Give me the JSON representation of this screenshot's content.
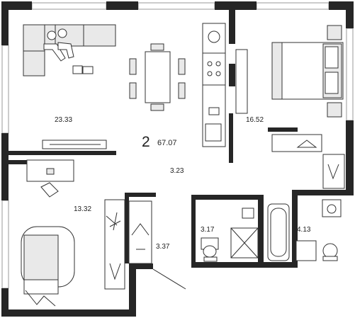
{
  "apartment": {
    "rooms_count": "2",
    "total_area": "67.07"
  },
  "rooms": {
    "living_kitchen": {
      "area": "23.33"
    },
    "bedroom_main": {
      "area": "16.52"
    },
    "hallway": {
      "area": "3.23"
    },
    "bedroom_second": {
      "area": "13.32"
    },
    "wardrobe": {
      "area": "3.37"
    },
    "bathroom_shower": {
      "area": "3.17"
    },
    "bathroom_tub": {
      "area": "4.13"
    }
  },
  "colors": {
    "wall": "#262626",
    "furniture_fill": "#e9e9e9",
    "line": "#333333",
    "window": "#bdbdbd"
  }
}
